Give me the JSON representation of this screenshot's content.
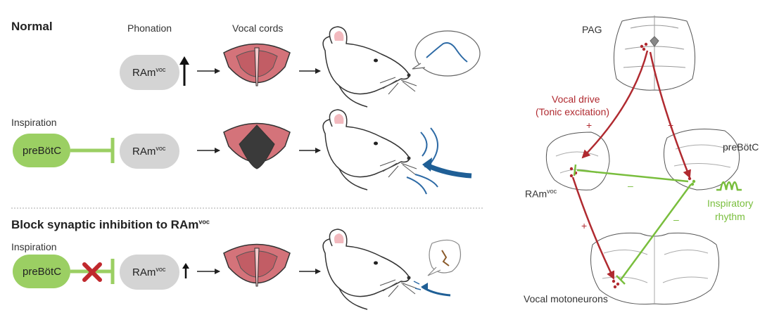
{
  "rows": {
    "normal_title": "Normal",
    "phonation_label": "Phonation",
    "vocal_cords_label": "Vocal cords",
    "inspiration_label_1": "Inspiration",
    "block_title_main": "Block synaptic inhibition to RAm",
    "block_title_sup": "voc",
    "inspiration_label_2": "Inspiration"
  },
  "nodes": {
    "prebotc": "preBötC",
    "ram_main": "RAm",
    "ram_sup": "voc"
  },
  "circuit": {
    "pag": "PAG",
    "vocal_drive_line1": "Vocal drive",
    "vocal_drive_line2": "(Tonic excitation)",
    "prebotc": "preBötC",
    "ram_main": "RAm",
    "ram_sup": "voc",
    "inspiratory_line1": "Inspiratory",
    "inspiratory_line2": "rhythm",
    "vocal_motoneurons": "Vocal motoneurons",
    "plus": "+",
    "minus": "–"
  },
  "colors": {
    "prebotc_green": "#9bcf63",
    "inhibition_green": "#79be3d",
    "excitation_red": "#b02a30",
    "ram_gray": "#d4d4d4",
    "vocal_cord_pink": "#d4737a",
    "arrow_blue": "#1f5f96"
  }
}
